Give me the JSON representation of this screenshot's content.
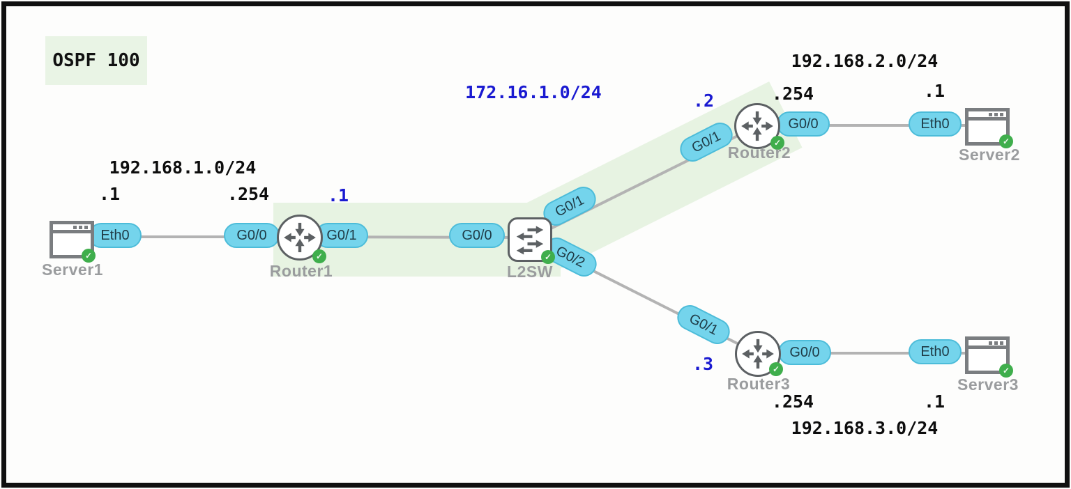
{
  "diagram": {
    "ospf_area_label": "OSPF 100",
    "backbone": {
      "network": "172.16.1.0/24",
      "router1_ip": ".1",
      "router2_ip": ".2",
      "router3_ip": ".3"
    },
    "lan1": {
      "network": "192.168.1.0/24",
      "server_ip": ".1",
      "router_ip": ".254"
    },
    "lan2": {
      "network": "192.168.2.0/24",
      "server_ip": ".1",
      "router_ip": ".254"
    },
    "lan3": {
      "network": "192.168.3.0/24",
      "server_ip": ".1",
      "router_ip": ".254"
    },
    "nodes": {
      "server1": {
        "label": "Server1",
        "eth0": "Eth0"
      },
      "router1": {
        "label": "Router1",
        "g00": "G0/0",
        "g01": "G0/1"
      },
      "l2sw": {
        "label": "L2SW",
        "g00": "G0/0",
        "g01": "G0/1",
        "g02": "G0/2"
      },
      "router2": {
        "label": "Router2",
        "g00": "G0/0",
        "g01": "G0/1"
      },
      "router3": {
        "label": "Router3",
        "g00": "G0/0",
        "g01": "G0/1"
      },
      "server2": {
        "label": "Server2",
        "eth0": "Eth0"
      },
      "server3": {
        "label": "Server3",
        "eth0": "Eth0"
      }
    },
    "status": {
      "ok_icon": "✓"
    },
    "colors": {
      "highlight_band": "#e7f3e2",
      "interface_fill": "#74d4ec",
      "interface_border": "#4cbcd9",
      "subnet_blue": "#1a1ad1",
      "status_green": "#3fae4c",
      "link_gray": "#b3b3b3"
    }
  }
}
